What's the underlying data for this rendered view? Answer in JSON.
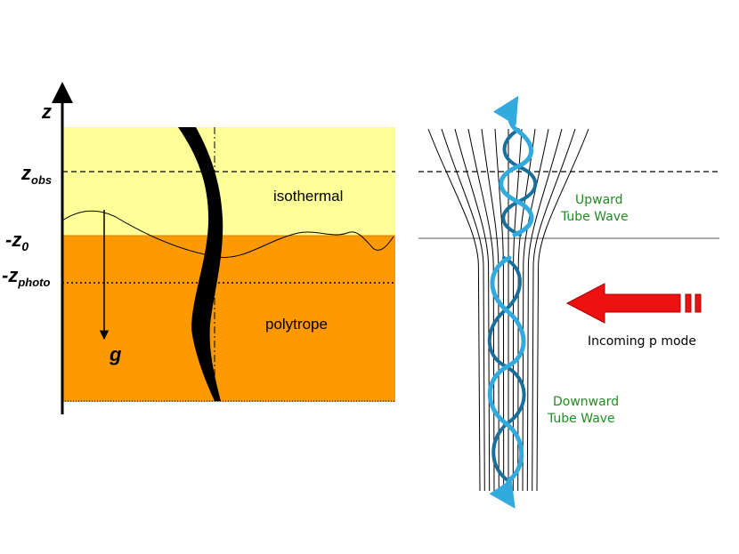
{
  "left_panel": {
    "axis_label": "z",
    "z_obs": {
      "base": "z",
      "sub": "obs"
    },
    "z_0": {
      "base": "-z",
      "sub": "0"
    },
    "z_photo": {
      "base": "-z",
      "sub": "photo"
    },
    "isothermal_label": "isothermal",
    "polytrope_label": "polytrope",
    "gravity_label": "g",
    "colors": {
      "isothermal": "#ffff99",
      "polytrope": "#ff9900"
    }
  },
  "right_panel": {
    "upward_label_line1": "Upward",
    "upward_label_line2": "Tube Wave",
    "downward_label_line1": "Downward",
    "downward_label_line2": "Tube Wave",
    "incoming_label": "Incoming p mode",
    "colors": {
      "wave": "#33aadd",
      "wave_dark": "#1a6f9a",
      "arrow": "#ee1111",
      "label_green": "#228b22"
    }
  }
}
